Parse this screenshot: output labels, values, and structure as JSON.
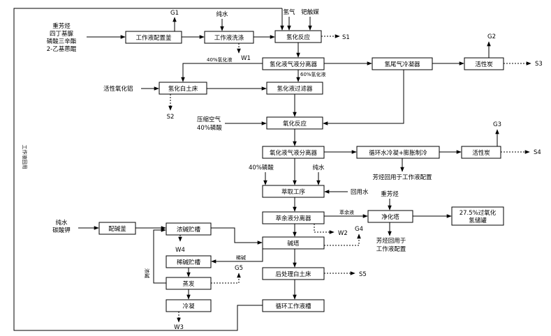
{
  "boxes": {
    "work_prep": "工作液配置釜",
    "work_wash": "工作液洗涤",
    "hydro_reactor": "氢化反应",
    "hydro_separator": "氢化液气液分离器",
    "hydro_tail_cooler": "氢尾气冷凝器",
    "activated_carbon_1": "活性炭",
    "white_clay_bed": "氢化白土床",
    "hydro_filter": "氢化液过滤器",
    "oxidation_reactor": "氧化反应",
    "oxid_separator": "氧化液气液分离器",
    "circ_water_cooler": "循环水冷凝+膨胀制冷",
    "activated_carbon_2": "活性炭",
    "extraction": "萃取工序",
    "raffinate_separator": "萃余液分离器",
    "purify_tower": "净化塔",
    "product_tank": "27.5%过氧化氢储罐",
    "alkali_prep": "配碱釜",
    "conc_alkali_tank": "浓碱贮槽",
    "alkali_tower": "碱塔",
    "dilute_alkali_tank": "稀碱贮槽",
    "evaporation": "蒸发",
    "condensation": "冷凝",
    "post_white_clay": "后处理白土床",
    "circ_work_tank": "循环工作液槽"
  },
  "labels": {
    "feed_materials": [
      "重芳烃",
      "四丁基脲",
      "磷酸三辛酯",
      "2-乙基蒽醌"
    ],
    "pure_water_1": "纯水",
    "hydrogen": "氢气",
    "palladium_catalyst": "钯触媒",
    "solvent_40_hydro": "40%氢化液",
    "solvent_60_hydro": "60%氢化液",
    "activated_alumina": "活性氧化铝",
    "compressed_air": "压缩空气",
    "phosphoric_40": "40%磷酸",
    "phosphoric_40b": "40%磷酸",
    "pure_water_2": "纯水",
    "recycled_water": "回用水",
    "heavy_aromatics_2": "重芳烃",
    "raffinate": "萃余液",
    "aromatics_reuse_1": "芳烃回用于工作液配置",
    "aromatics_reuse_2": [
      "芳烃回用于",
      "工作液配置"
    ],
    "pure_water_3": "纯水",
    "potassium_carbonate": "碳酸钾",
    "dilute_alkali": "稀碱",
    "conc_alkali_side": "浓碱",
    "work_fluid_return": "工作液回用"
  },
  "emissions": {
    "g1": "G1",
    "g2": "G2",
    "g3": "G3",
    "g4": "G4",
    "g5": "G5",
    "s1": "S1",
    "s2": "S2",
    "s3": "S3",
    "s4": "S4",
    "s5": "S5",
    "w1": "W1",
    "w2": "W2",
    "w3": "W3",
    "w4": "W4"
  }
}
